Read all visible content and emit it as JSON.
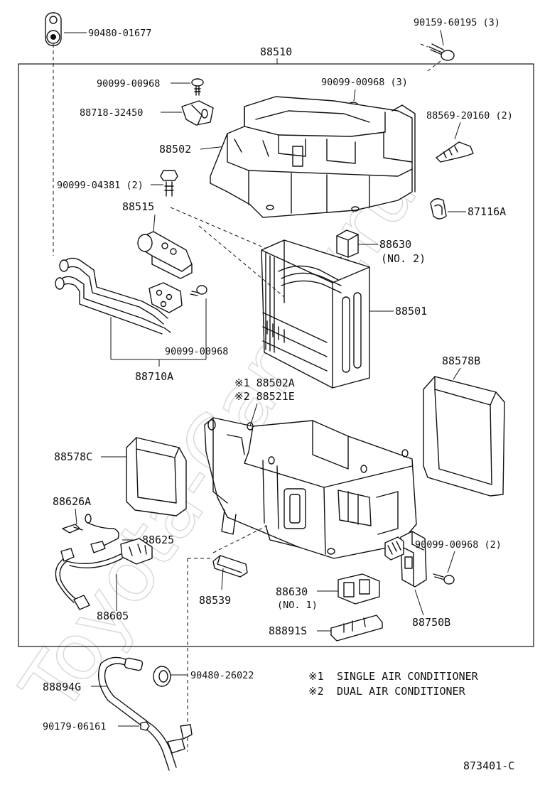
{
  "watermark": "Toyota-Camry.ru",
  "diagram_code": "873401-C",
  "notes": [
    {
      "mark": "※1",
      "text": "SINGLE AIR CONDITIONER"
    },
    {
      "mark": "※2",
      "text": "DUAL AIR CONDITIONER"
    }
  ],
  "labels": {
    "p90480_01677": "90480-01677",
    "p90159_60195": "90159-60195 (3)",
    "p88510": "88510",
    "p90099_00968_a": "90099-00968",
    "p90099_00968_3": "90099-00968 (3)",
    "p88718_32450": "88718-32450",
    "p88569_20160": "88569-20160 (2)",
    "p88502": "88502",
    "p90099_04381": "90099-04381 (2)",
    "p87116A": "87116A",
    "p88515": "88515",
    "p88630_no2": "88630",
    "p88630_no2_sub": "(NO. 2)",
    "p88501": "88501",
    "p90099_00968_b": "90099-00968",
    "p88710A": "88710A",
    "p88578B": "88578B",
    "p88502A": "※1 88502A",
    "p88521E": "※2 88521E",
    "p88578C": "88578C",
    "p88626A": "88626A",
    "p88625": "88625",
    "p90099_00968_2": "90099-00968 (2)",
    "p88605": "88605",
    "p88539": "88539",
    "p88630_no1": "88630",
    "p88630_no1_sub": "(NO. 1)",
    "p88750B": "88750B",
    "p88891S": "88891S",
    "p88894G": "88894G",
    "p90480_26022": "90480-26022",
    "p90179_06161": "90179-06161"
  }
}
